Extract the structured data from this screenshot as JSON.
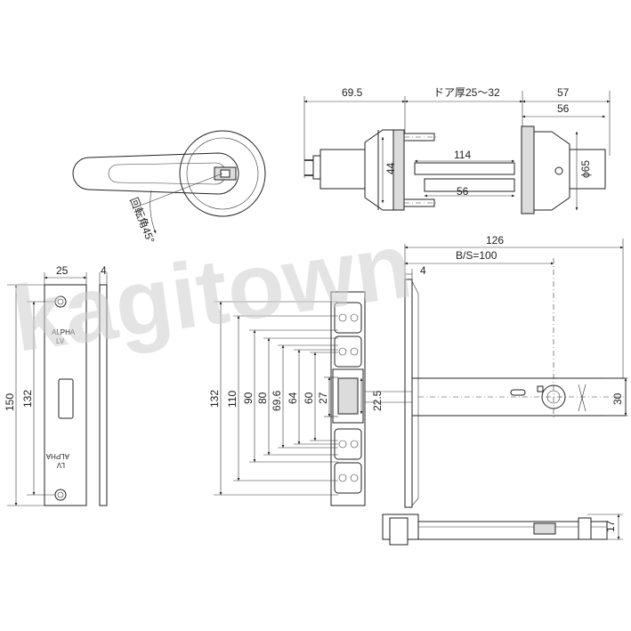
{
  "watermark": "kagitown",
  "top_view": {
    "label_rotation": "回転角45°"
  },
  "side_view": {
    "dim_left": "69.5",
    "dim_door": "ドア厚25～32",
    "dim_right_outer": "57",
    "dim_right_inner": "56",
    "dim_height": "44",
    "dim_spindle_long": "114",
    "dim_spindle_short": "56",
    "dim_diameter": "ϕ65"
  },
  "faceplate": {
    "dim_width": "25",
    "dim_thickness": "4",
    "dim_total": "150",
    "dim_holes": "132",
    "brand_top": "ALPHA",
    "brand_top_sub": "LV",
    "brand_bottom": "ALPHA",
    "brand_bottom_sub": "LV"
  },
  "lock_body": {
    "dims_vertical": [
      "132",
      "110",
      "90",
      "80",
      "69.6",
      "64",
      "60",
      "27"
    ],
    "dim_latch": "22.5",
    "dim_total_length": "126",
    "dim_backset": "B/S=100",
    "dim_front": "4",
    "dim_case_height": "30",
    "dim_bottom_height": "17"
  }
}
